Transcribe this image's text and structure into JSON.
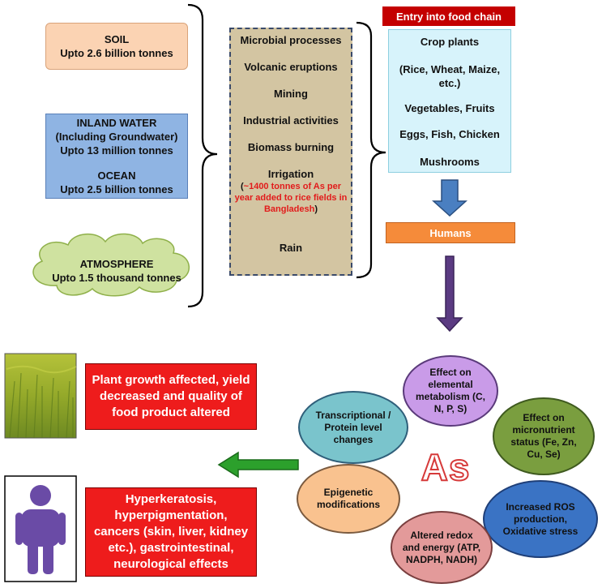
{
  "sources": {
    "soil": {
      "title": "SOIL",
      "amount": "Upto 2.6 billion tonnes"
    },
    "inland_water": {
      "title": "INLAND WATER",
      "subtitle": "(Including Groundwater)",
      "amount": "Upto 13 million tonnes"
    },
    "ocean": {
      "title": "OCEAN",
      "amount": "Upto 2.5 billion tonnes"
    },
    "atmosphere": {
      "title": "ATMOSPHERE",
      "amount": "Upto 1.5 thousand tonnes"
    }
  },
  "processes": {
    "items": [
      "Microbial processes",
      "Volcanic eruptions",
      "Mining",
      "Industrial activities",
      "Biomass burning",
      "Irrigation"
    ],
    "irrigation_note_open": "(",
    "irrigation_note": "~1400 tonnes of As per year added to rice fields in Bangladesh",
    "irrigation_note_close": ")",
    "rain": "Rain"
  },
  "food_chain": {
    "header": "Entry into food chain",
    "items": [
      "Crop plants",
      "(Rice, Wheat, Maize, etc.)",
      "Vegetables, Fruits",
      "Eggs, Fish, Chicken",
      "Mushrooms"
    ]
  },
  "humans": "Humans",
  "center_label": "As",
  "effects": [
    "Effect on elemental metabolism (C, N, P, S)",
    "Effect on micronutrient status (Fe, Zn, Cu, Se)",
    "Increased ROS production, Oxidative stress",
    "Altered redox and energy (ATP, NADPH, NADH)",
    "Epigenetic modifications",
    "Transcriptional / Protein level changes"
  ],
  "outcomes": {
    "plant": "Plant growth affected, yield decreased and quality of food product altered",
    "human": "Hyperkeratosis, hyperpigmentation, cancers (skin, liver, kidney etc.), gastrointestinal, neurological effects"
  },
  "colors": {
    "soil": "#fbd3b3",
    "water": "#8fb4e3",
    "cloud": "#cfe2a0",
    "process": "#d3c5a2",
    "food_header": "#c40000",
    "food_box": "#d7f3fb",
    "humans": "#f58b3a",
    "arrow_blue": "#4a7fc1",
    "arrow_purple": "#5b3b82",
    "arrow_green": "#2ca02c",
    "red_box": "#ee1c1c",
    "person": "#6a4ba6"
  }
}
